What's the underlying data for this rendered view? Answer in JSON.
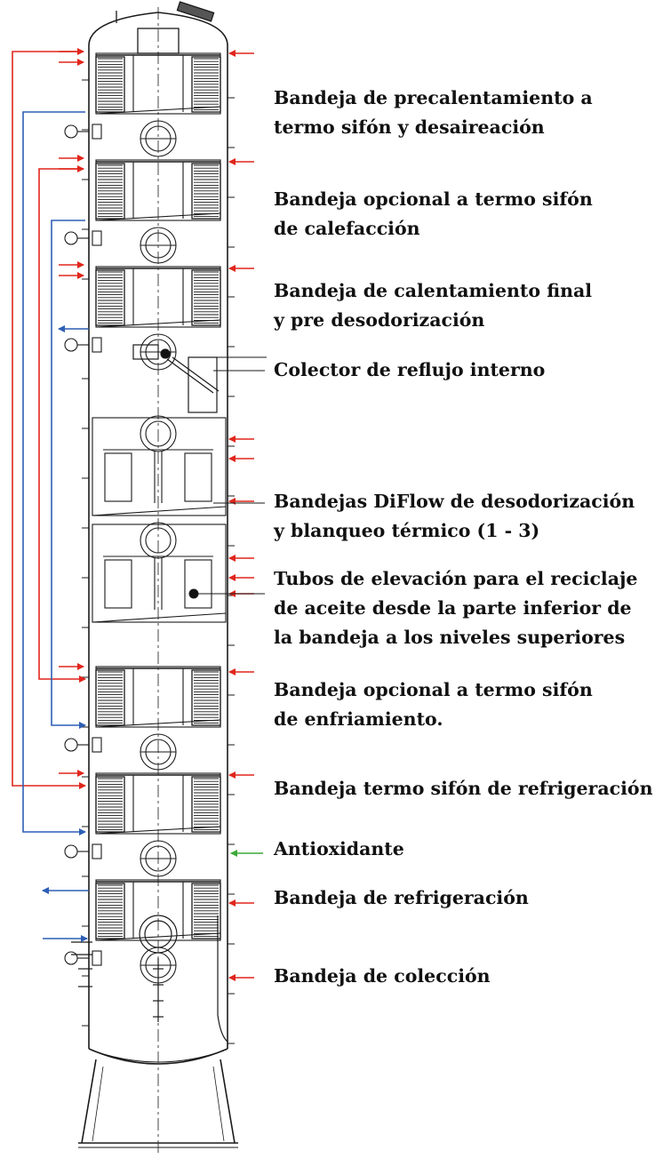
{
  "colors": {
    "outline": "#1a1a1a",
    "hot_line": "#e0261c",
    "cold_line": "#2d5fb5",
    "antioxidant_line": "#3aa935",
    "text": "#111111"
  },
  "labels": {
    "preheating": [
      "Bandeja de precalentamiento a",
      "termo sifón y desaireación"
    ],
    "optional_heating": [
      "Bandeja opcional a termo sifón",
      "de calefacción"
    ],
    "final_heating": [
      "Bandeja de calentamiento final",
      "y pre desodorización"
    ],
    "reflux_collector": [
      "Colector de reflujo interno"
    ],
    "diflow": [
      "Bandejas DiFlow de desodorización",
      "y blanqueo térmico (1 - 3)"
    ],
    "lift_tubes": [
      "Tubos de elevación para el reciclaje",
      "de aceite desde la parte inferior de",
      "la bandeja a los niveles superiores"
    ],
    "optional_cooling": [
      "Bandeja opcional a termo sifón",
      "de enfriamiento."
    ],
    "thermosiphon_refrigeration": [
      "Bandeja termo sifón de refrigeración"
    ],
    "antioxidant": [
      "Antioxidante"
    ],
    "refrigeration": [
      "Bandeja de refrigeración"
    ],
    "collection": [
      "Bandeja de colección"
    ]
  }
}
